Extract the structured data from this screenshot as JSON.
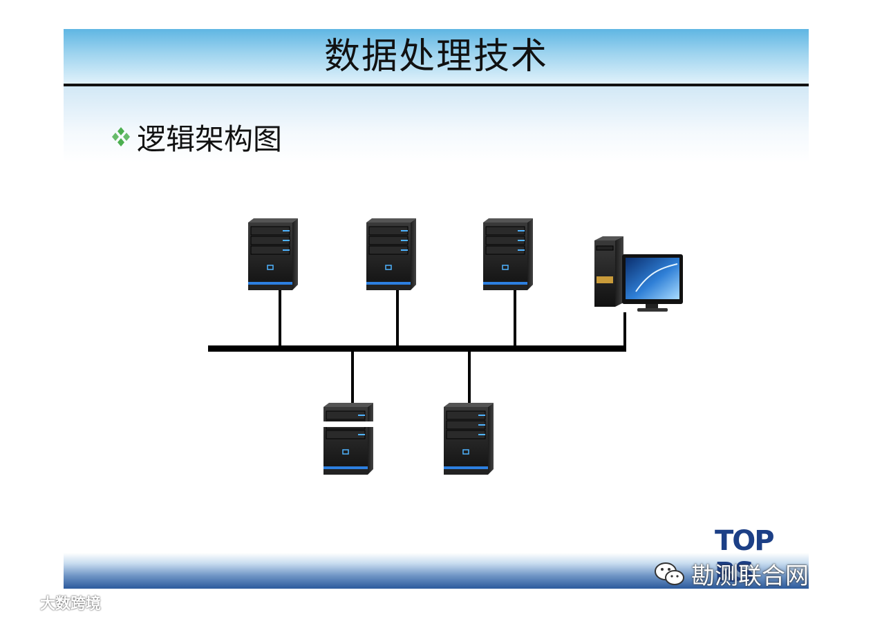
{
  "slide": {
    "title": "数据处理技术",
    "bullet": "逻辑架构图"
  },
  "diagram": {
    "top_servers": [
      "server",
      "server",
      "server"
    ],
    "workstation": "computer",
    "bottom_servers": [
      "server",
      "server"
    ]
  },
  "logo": {
    "text": "TOP RS"
  },
  "watermarks": {
    "right_text": "勘测联合网",
    "left_text": "大数跨境"
  },
  "colors": {
    "title_band": "#5fb6e3",
    "bullet_icon": "#4caf50",
    "bus_line": "#000000",
    "logo": "#1c3f86"
  },
  "icons": {
    "bullet": "diamond-bullet-icon",
    "wechat": "wechat-icon",
    "left_logo": "circle-logo-icon"
  }
}
